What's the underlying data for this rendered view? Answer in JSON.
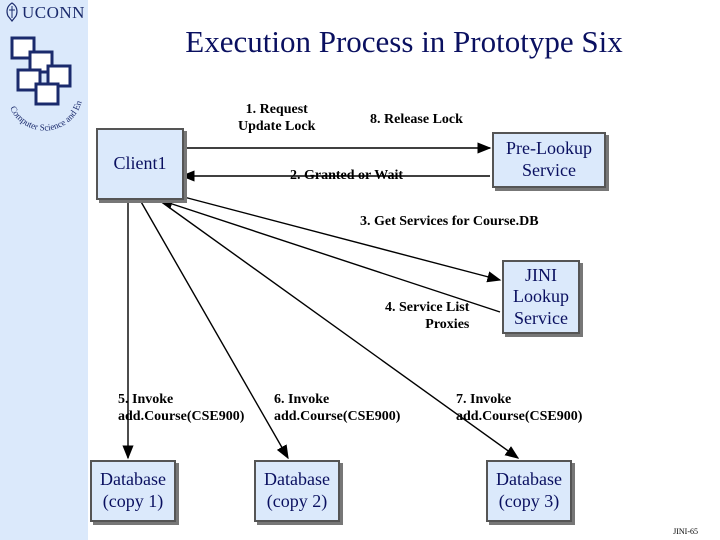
{
  "header": {
    "brand": "UCONN",
    "title": "Execution Process in Prototype Six",
    "logo_text": "Computer Science and Engineering"
  },
  "nodes": {
    "client1": "Client1",
    "prelookup": "Pre-Lookup\nService",
    "jini": "JINI\nLookup\nService",
    "db1": "Database\n(copy 1)",
    "db2": "Database\n(copy 2)",
    "db3": "Database\n(copy 3)"
  },
  "edges": {
    "e1": "1. Request\nUpdate Lock",
    "e8": "8. Release Lock",
    "e2": "2. Granted or Wait",
    "e3": "3. Get Services for Course.DB",
    "e4": "4. Service List\nProxies",
    "e5": "5. Invoke\nadd.Course(CSE900)",
    "e6": "6. Invoke\nadd.Course(CSE900)",
    "e7": "7. Invoke\nadd.Course(CSE900)"
  },
  "footer": {
    "slide_id": "JINI-65"
  },
  "colors": {
    "sidebar": "#dbe9fb",
    "title": "#0a1060",
    "logo": "#1a2a6c"
  }
}
